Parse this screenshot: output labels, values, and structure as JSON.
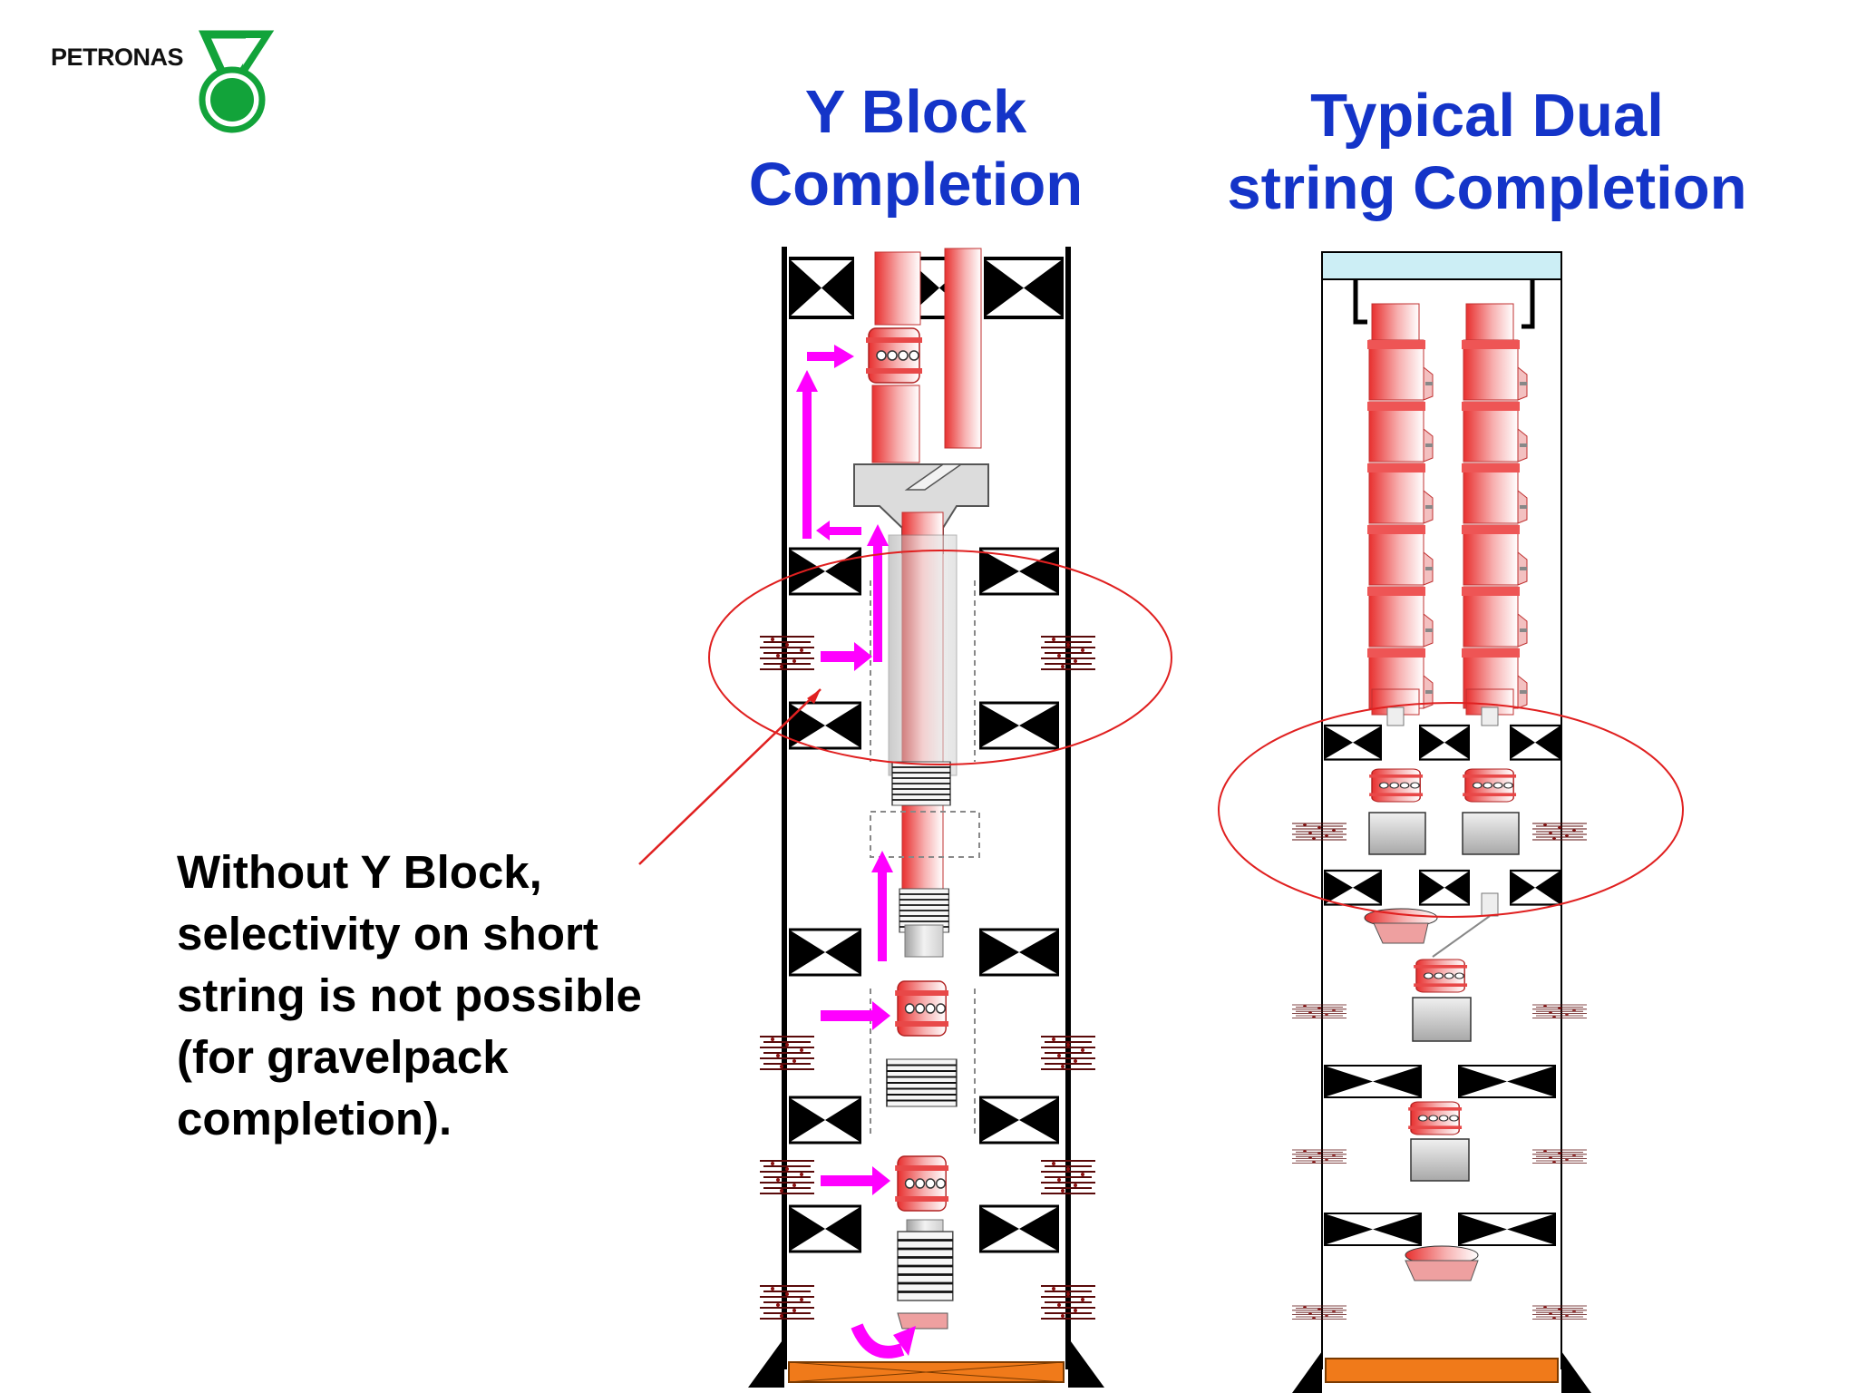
{
  "brand": {
    "name": "PETRONAS",
    "logo_color": "#12a33a"
  },
  "titles": {
    "left": [
      "Y Block",
      "Completion"
    ],
    "right": [
      "Typical Dual",
      "string Completion"
    ]
  },
  "note": [
    "Without Y Block,",
    "selectivity on short",
    "string is not possible",
    "(for gravelpack",
    "completion)."
  ],
  "colors": {
    "title": "#1434c8",
    "tubing": "#e8302f",
    "flow_arrow": "#ff00ff",
    "highlight_ellipse": "#e02020",
    "sump": "#f07a1a",
    "wellhead": "#cceef5"
  },
  "icons": [
    "petronas-logo-icon",
    "packer-icon",
    "perforation-icon",
    "flow-arrow-icon"
  ]
}
